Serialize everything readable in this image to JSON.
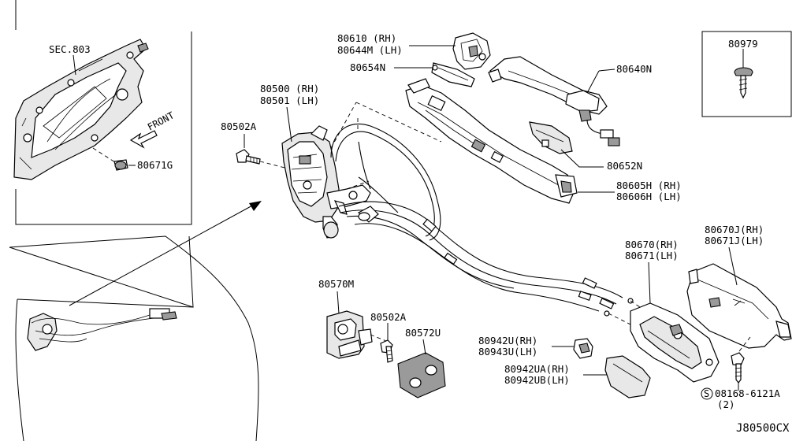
{
  "labels": {
    "sec803": "SEC.803",
    "front": "FRONT",
    "p80671g": "80671G",
    "p80502a_top": "80502A",
    "p80500": "80500 (RH)",
    "p80501": "80501 (LH)",
    "p80610": "80610  (RH)",
    "p80644m": "80644M (LH)",
    "p80654n": "80654N",
    "p80640n": "80640N",
    "p80979": "80979",
    "p80652n": "80652N",
    "p80605h": "80605H (RH)",
    "p80606h": "80606H (LH)",
    "p80670j": "80670J(RH)",
    "p80671j": "80671J(LH)",
    "p80670": "80670(RH)",
    "p80671": "80671(LH)",
    "p80570m": "80570M",
    "p80502a_bot": "80502A",
    "p80572u": "80572U",
    "p80942u": "80942U(RH)",
    "p80943u": "80943U(LH)",
    "p80942ua": "80942UA(RH)",
    "p80942ub": "80942UB(LH)",
    "bolt_symbol": "S",
    "bolt_part": "08168-6121A",
    "bolt_qty": "(2)",
    "diagram_id": "J80500CX"
  },
  "icons": {
    "front_arrow": "front-arrow-icon",
    "bolt_circle": "bolt-circle-s-icon"
  },
  "colors": {
    "ink": "#000000",
    "paper": "#ffffff",
    "shade": "#9a9a9a"
  }
}
